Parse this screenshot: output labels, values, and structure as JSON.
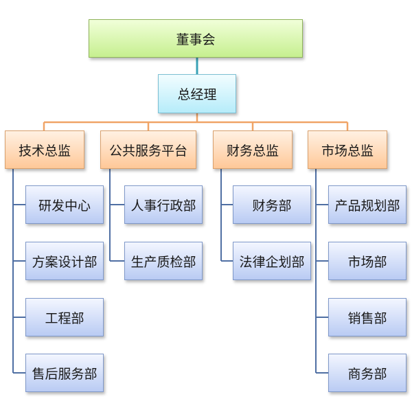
{
  "root": {
    "label": "董事会"
  },
  "manager": {
    "label": "总经理"
  },
  "colors": {
    "orange_line": "#f0a466",
    "blue_line": "#4f6fa3",
    "teal_line": "#3aa3b7"
  },
  "divisions": [
    {
      "label": "技术总监",
      "departments": [
        "研发中心",
        "方案设计部",
        "工程部",
        "售后服务部"
      ]
    },
    {
      "label": "公共服务平台",
      "departments": [
        "人事行政部",
        "生产质检部"
      ]
    },
    {
      "label": "财务总监",
      "departments": [
        "财务部",
        "法律企划部"
      ]
    },
    {
      "label": "市场总监",
      "departments": [
        "产品规划部",
        "市场部",
        "销售部",
        "商务部"
      ]
    }
  ]
}
